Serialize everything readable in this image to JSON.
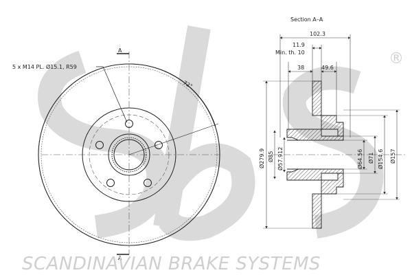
{
  "watermark": {
    "logo_icon": "sbs-logo-icon",
    "brand_text": "SCANDINAVIAN BRAKE SYSTEMS",
    "registered_mark": "®",
    "watermark_color": "#d9d9d9"
  },
  "front_view": {
    "bolt_note": "5 x M14 PL. Ø15.1, R59",
    "section_marker_top": "A",
    "section_marker_bottom": "A",
    "angle_label": "72°"
  },
  "section_view": {
    "title": "Section A–A",
    "dims": {
      "overall_width": "102.3",
      "thickness": "11.9",
      "min_thickness": "Min. th. 10",
      "hub_offset": "38",
      "hub_depth": "49.6",
      "outer_diameter": "Ø279.9",
      "pilot_diameter": "Ø85",
      "bore_diameter": "Ø57.912",
      "inner_bore": "Ø64.56",
      "hub_outer": "Ø71",
      "hat_diameter": "Ø154.6",
      "hub_flange": "Ø157"
    }
  },
  "colors": {
    "line": "#222222",
    "hatch": "#333333",
    "dim_line": "#444444"
  }
}
